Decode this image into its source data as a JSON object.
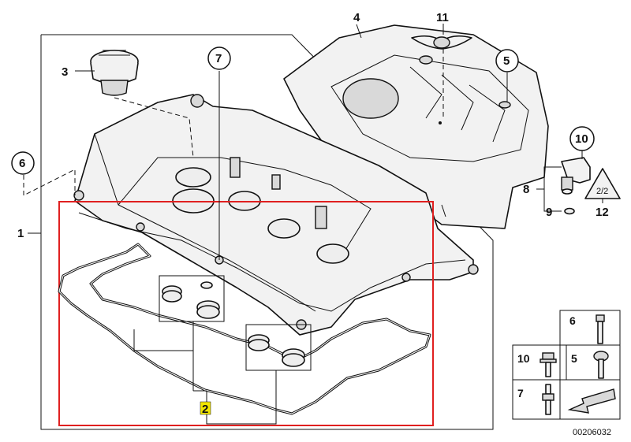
{
  "labels": {
    "p1": "1",
    "p2": "2",
    "p3": "3",
    "p4": "4",
    "p5": "5",
    "p6": "6",
    "p7": "7",
    "p8": "8",
    "p9": "9",
    "p10": "10",
    "p11": "11",
    "p12": "12",
    "warning_tag": "2/2"
  },
  "legend": {
    "item_6": "6",
    "item_10": "10",
    "item_5": "5",
    "item_7": "7"
  },
  "diagram_code": "00206032",
  "colors": {
    "highlight": "#e02020",
    "label_2_bg": "#f2e600"
  }
}
